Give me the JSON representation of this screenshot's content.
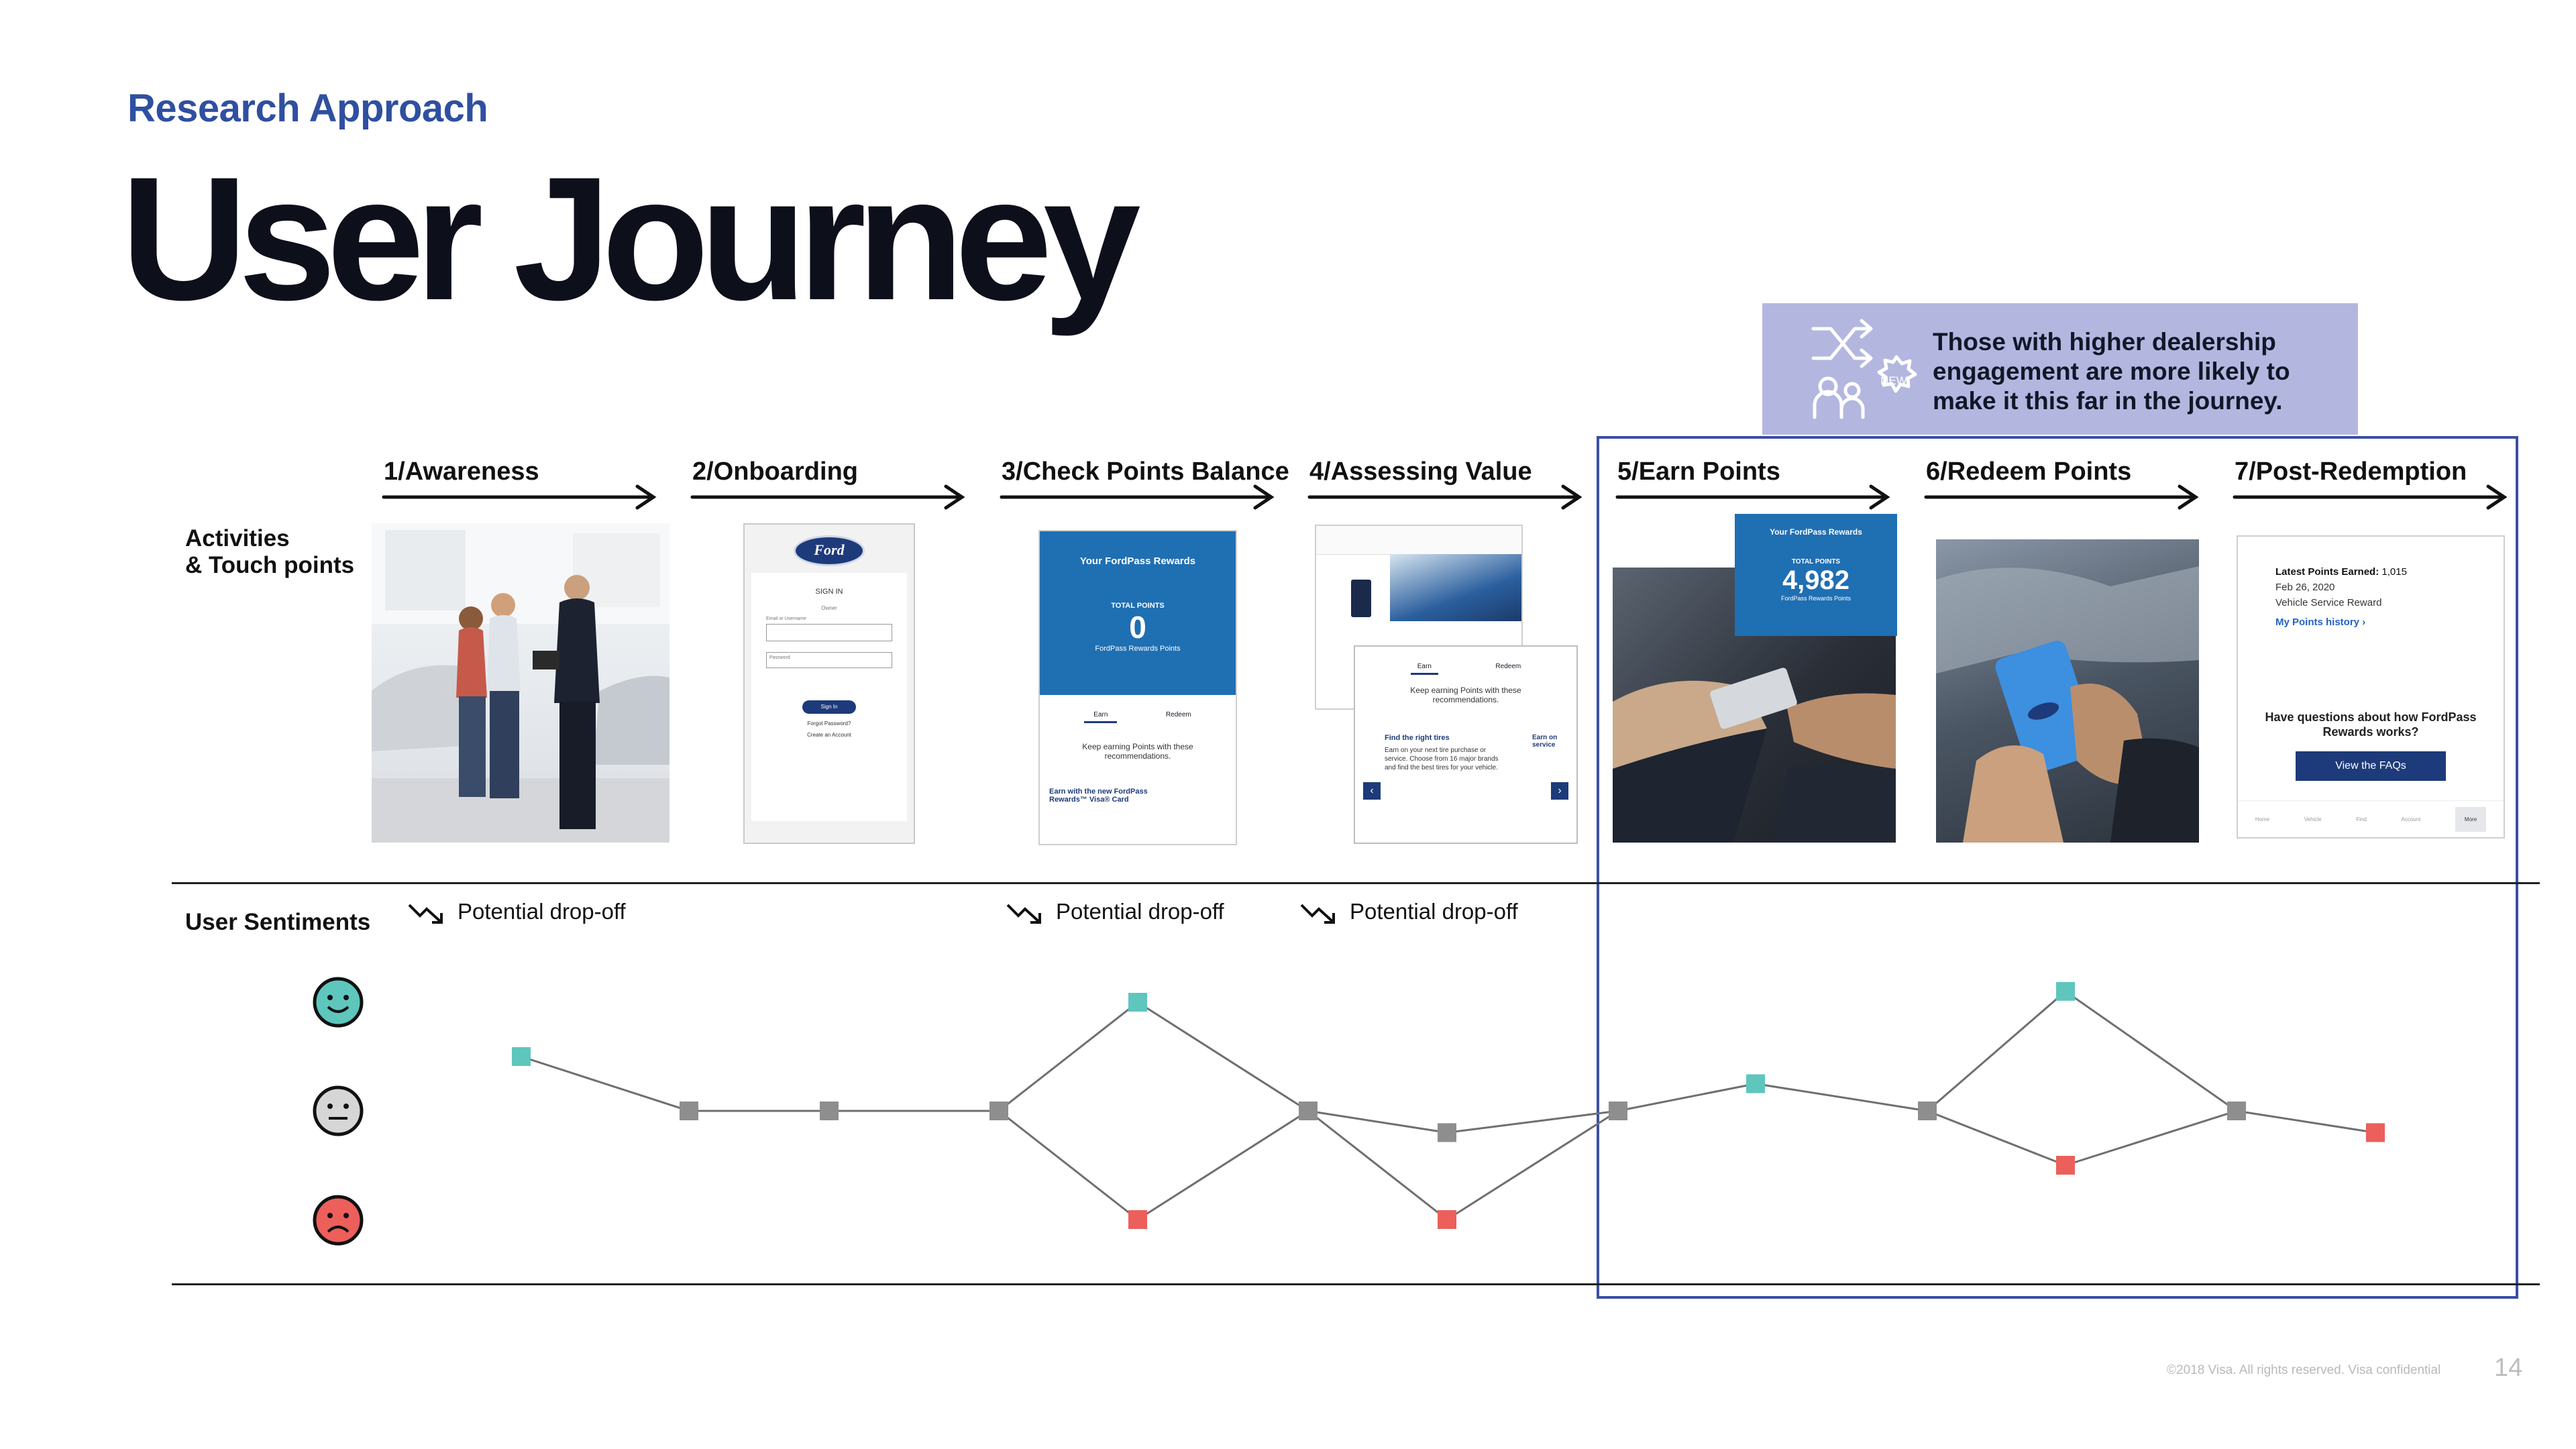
{
  "header": {
    "kicker": "Research Approach",
    "title": "User Journey"
  },
  "callout": {
    "badge": "NEW",
    "text": "Those with higher dealership engagement are more likely to make it this far in the journey."
  },
  "row_labels": {
    "activities_line1": "Activities",
    "activities_line2": "& Touch points",
    "sentiments": "User Sentiments"
  },
  "stages": [
    {
      "label": "1/Awareness"
    },
    {
      "label": "2/Onboarding"
    },
    {
      "label": "3/Check Points Balance"
    },
    {
      "label": "4/Assessing Value"
    },
    {
      "label": "5/Earn Points"
    },
    {
      "label": "6/Redeem Points"
    },
    {
      "label": "7/Post-Redemption"
    }
  ],
  "drop_off_label": "Potential drop-off",
  "touchpoints": {
    "onboarding": {
      "logo": "Ford",
      "sign_in": "SIGN IN",
      "owner": "Owner",
      "email": "Email or Username",
      "password": "Password",
      "button": "Sign In",
      "forgot": "Forgot Password?",
      "create": "Create an Account"
    },
    "balance": {
      "header": "Your FordPass Rewards",
      "total": "TOTAL POINTS",
      "points": "0",
      "sub": "FordPass Rewards Points",
      "tab_earn": "Earn",
      "tab_redeem": "Redeem",
      "hint": "Keep earning Points with these recommendations.",
      "card": "Earn with the new FordPass Rewards™ Visa® Card"
    },
    "assess": {
      "tab_earn": "Earn",
      "tab_redeem": "Redeem",
      "hint": "Keep earning Points with these recommendations.",
      "tires_title": "Find the right tires",
      "tires_body": "Earn on your next tire purchase or service. Choose from 16 major brands and find the best tires for your vehicle.",
      "service": "Earn on service"
    },
    "earn": {
      "header": "Your FordPass Rewards",
      "total": "TOTAL POINTS",
      "points": "4,982",
      "sub": "FordPass Rewards Points"
    },
    "post": {
      "latest": "Latest Points Earned:",
      "latest_value": "1,015",
      "date": "Feb 26, 2020",
      "reward": "Vehicle Service Reward",
      "history": "My Points history",
      "question": "Have questions about how FordPass Rewards works?",
      "faq": "View the FAQs",
      "nav": [
        "Home",
        "Vehicle",
        "Find",
        "Account",
        "More"
      ]
    }
  },
  "chart_data": {
    "type": "line",
    "categories": [
      "1/Awareness",
      "2/Onboarding",
      "3/Check Points Balance",
      "4/Assessing Value",
      "5/Earn Points",
      "6/Redeem Points",
      "7/Post-Redemption"
    ],
    "y_levels": [
      "negative",
      "neutral",
      "positive"
    ],
    "level_values": {
      "negative": -1,
      "neutral": 0,
      "positive": 1
    },
    "nodes": [
      {
        "id": "a1",
        "stage": "1/Awareness",
        "value": 0.5,
        "sentiment": "positive"
      },
      {
        "id": "n1",
        "stage": "1/Awareness",
        "value": 0,
        "sentiment": "neutral"
      },
      {
        "id": "n2",
        "stage": "2/Onboarding",
        "value": 0,
        "sentiment": "neutral"
      },
      {
        "id": "n3",
        "stage": "2/Onboarding",
        "value": 0,
        "sentiment": "neutral"
      },
      {
        "id": "p3",
        "stage": "3/Check Points Balance",
        "value": 1,
        "sentiment": "positive"
      },
      {
        "id": "r3",
        "stage": "3/Check Points Balance",
        "value": -1,
        "sentiment": "negative"
      },
      {
        "id": "n4",
        "stage": "3/Check Points Balance",
        "value": 0,
        "sentiment": "neutral"
      },
      {
        "id": "n4b",
        "stage": "4/Assessing Value",
        "value": -0.2,
        "sentiment": "neutral"
      },
      {
        "id": "r4",
        "stage": "4/Assessing Value",
        "value": -1,
        "sentiment": "negative"
      },
      {
        "id": "n5",
        "stage": "5/Earn Points",
        "value": 0,
        "sentiment": "neutral"
      },
      {
        "id": "p5",
        "stage": "5/Earn Points",
        "value": 0.25,
        "sentiment": "positive"
      },
      {
        "id": "n6",
        "stage": "6/Redeem Points",
        "value": 0,
        "sentiment": "neutral"
      },
      {
        "id": "p6",
        "stage": "6/Redeem Points",
        "value": 1.1,
        "sentiment": "positive"
      },
      {
        "id": "r6",
        "stage": "6/Redeem Points",
        "value": -0.5,
        "sentiment": "negative"
      },
      {
        "id": "n7",
        "stage": "7/Post-Redemption",
        "value": 0,
        "sentiment": "neutral"
      },
      {
        "id": "r7",
        "stage": "7/Post-Redemption",
        "value": -0.2,
        "sentiment": "negative"
      }
    ],
    "edges": [
      [
        "a1",
        "n1"
      ],
      [
        "n1",
        "n2"
      ],
      [
        "n2",
        "n3"
      ],
      [
        "n3",
        "p3"
      ],
      [
        "n3",
        "r3"
      ],
      [
        "p3",
        "n4"
      ],
      [
        "r3",
        "n4"
      ],
      [
        "n4",
        "n4b"
      ],
      [
        "n4",
        "r4"
      ],
      [
        "n4b",
        "n5"
      ],
      [
        "r4",
        "n5"
      ],
      [
        "n5",
        "p5"
      ],
      [
        "p5",
        "n6"
      ],
      [
        "n6",
        "p6"
      ],
      [
        "n6",
        "r6"
      ],
      [
        "p6",
        "n7"
      ],
      [
        "r6",
        "n7"
      ],
      [
        "n7",
        "r7"
      ]
    ],
    "drop_offs": [
      "1/Awareness",
      "3/Check Points Balance",
      "4/Assessing Value"
    ],
    "colors": {
      "positive": "#5ec6bd",
      "neutral": "#8e8e8e",
      "negative": "#ec5f5a",
      "line": "#6f6f6f"
    }
  },
  "footer": {
    "legal": "©2018 Visa. All rights reserved. Visa confidential",
    "page": "14"
  }
}
